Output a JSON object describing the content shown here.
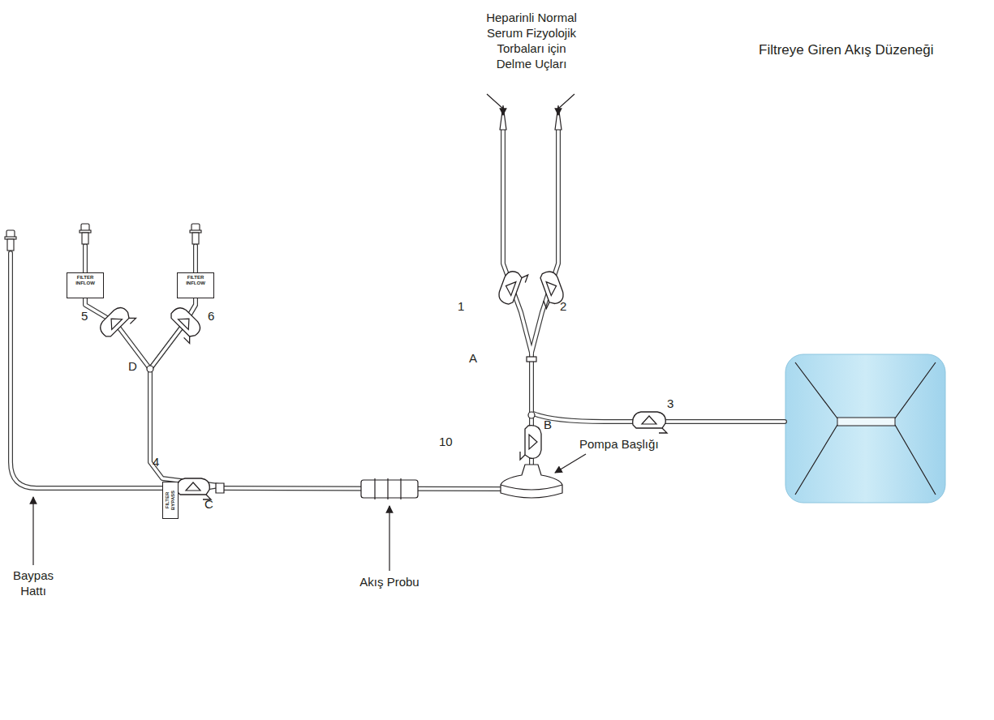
{
  "diagram": {
    "title": "Filtreye Giren Akış Düzeneği",
    "nodes": [
      {
        "text": [
          "FILTER INFLOW"
        ]
      },
      {
        "text": [
          "FILTER INFLOW"
        ]
      },
      {
        "text": [
          "FILTER BYPASS"
        ]
      }
    ],
    "edges": [
      {
        "from": 0,
        "to": 1,
        "arrow": "none"
      },
      {
        "from": 1,
        "to": 2,
        "arrow": "none"
      }
    ],
    "labels": [
      "Heparinli Normal Serum Fizyolojik Torbaları için Delme Uçları",
      "1",
      "2",
      "A",
      "3",
      "B",
      "10",
      "Pompa Başlığı",
      "5",
      "6",
      "D",
      "4",
      "C",
      "Akış Probu",
      "Baypas Hattı"
    ]
  }
}
